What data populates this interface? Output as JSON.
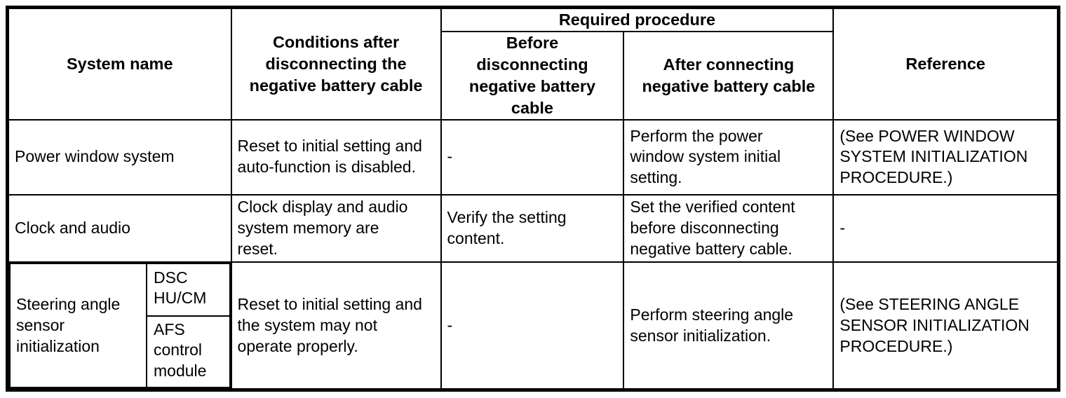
{
  "table": {
    "columns": {
      "system_name": "System name",
      "conditions": "Conditions after\ndisconnecting the\nnegative battery cable",
      "required_procedure_group": "Required procedure",
      "before_disconnect": "Before\ndisconnecting\nnegative battery\ncable",
      "after_connect": "After connecting\nnegative battery cable",
      "reference": "Reference"
    },
    "rows": [
      {
        "system_name": "Power window system",
        "system_sub": [],
        "conditions": "Reset to initial setting and\nauto-function is disabled.",
        "before_disconnect": "-",
        "after_connect": "Perform the power\nwindow system initial\nsetting.",
        "reference": "(See POWER WINDOW\nSYSTEM INITIALIZATION\nPROCEDURE.)"
      },
      {
        "system_name": "Clock and audio",
        "system_sub": [],
        "conditions": "Clock display and audio\nsystem memory are\nreset.",
        "before_disconnect": "Verify the setting\ncontent.",
        "after_connect": "Set the verified content\nbefore disconnecting\nnegative battery cable.",
        "reference": "-"
      },
      {
        "system_name": "Steering angle\nsensor\ninitialization",
        "system_sub": [
          "DSC\nHU/CM",
          "AFS\ncontrol\nmodule"
        ],
        "conditions": "Reset to initial setting and\nthe system may not\noperate properly.",
        "before_disconnect": "-",
        "after_connect": "Perform steering angle\nsensor initialization.",
        "reference": "(See STEERING ANGLE\nSENSOR INITIALIZATION\nPROCEDURE.)"
      }
    ]
  },
  "colors": {
    "border": "#000000",
    "text": "#000000",
    "background": "#ffffff"
  }
}
